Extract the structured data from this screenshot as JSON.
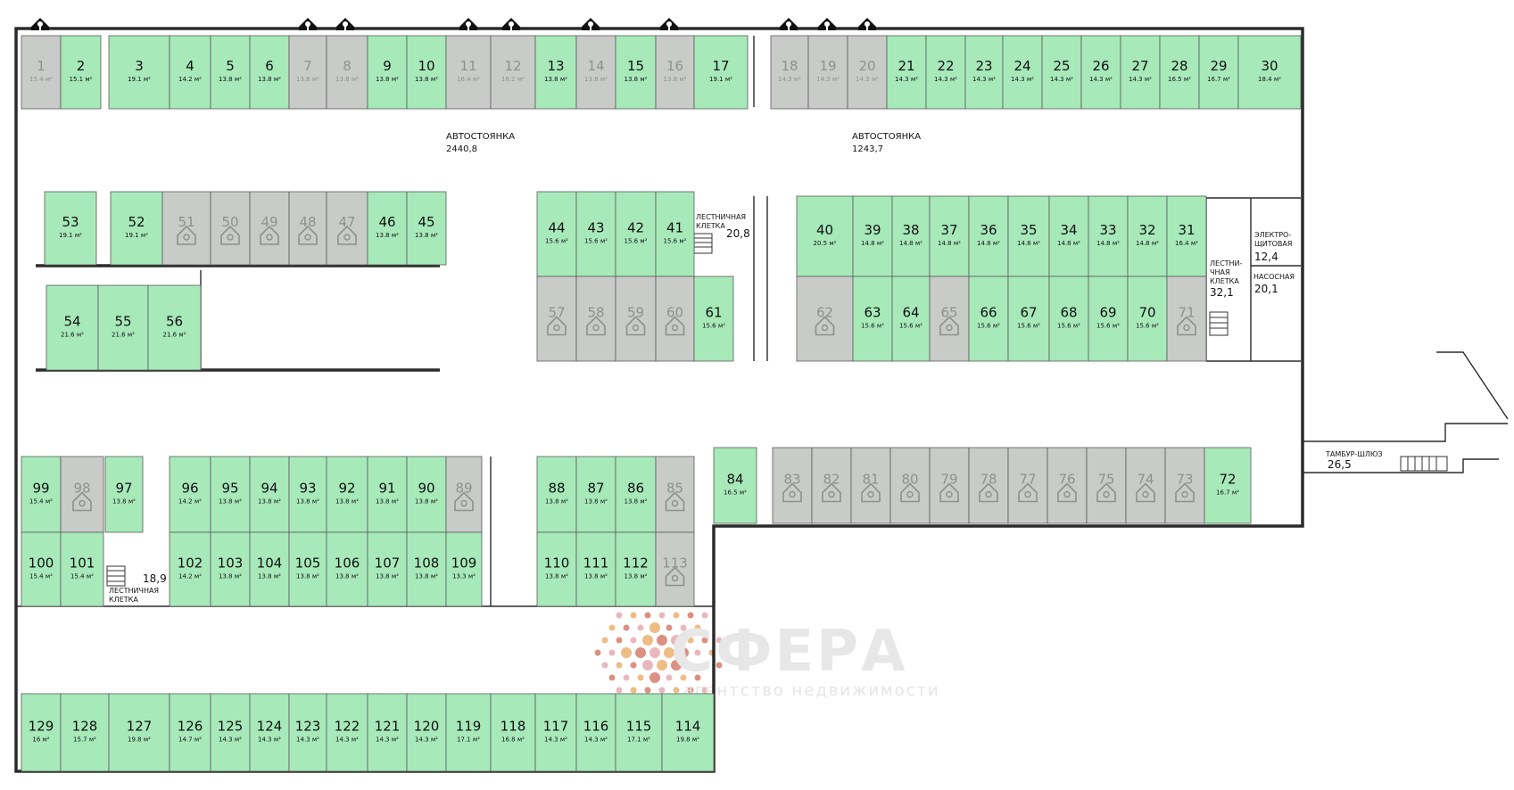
{
  "colors": {
    "available": "#a7e9b9",
    "sold": "#c8cbc8",
    "wall": "#2b2b2b",
    "logo": [
      "#e8a55c",
      "#cf6b57",
      "#e0a0a8"
    ]
  },
  "rooms": {
    "parking_a": {
      "label": "АВТОСТОЯНКА",
      "value": "2440,8"
    },
    "parking_b": {
      "label": "АВТОСТОЯНКА",
      "value": "1243,7"
    },
    "stair_a": {
      "label": [
        "ЛЕСТНИЧНАЯ",
        "КЛЕТКА"
      ],
      "value": "20,8"
    },
    "stair_b": {
      "label": [
        "ЛЕСТНИ-",
        "ЧНАЯ",
        "КЛЕТКА"
      ],
      "value": "32,1"
    },
    "stair_c": {
      "label": [
        "ЛЕСТНИЧНАЯ",
        "КЛЕТКА"
      ],
      "value": "18,9"
    },
    "electro": {
      "label": [
        "ЭЛЕКТРО-",
        "ЩИТОВАЯ"
      ],
      "value": "12,4"
    },
    "pump": {
      "label": "НАСОСНАЯ",
      "value": "20,1"
    },
    "airlock": {
      "label": "ТАМБУР-ШЛЮЗ",
      "value": "26,5"
    }
  },
  "watermark": {
    "title": "СФЕРА",
    "subtitle": "агентство недвижимости"
  },
  "icons": {
    "sold_marker": "house-key-icon",
    "key_marker": "key-pin-icon"
  },
  "spots": [
    {
      "n": "1",
      "a": "15.4 м²",
      "s": "sold"
    },
    {
      "n": "2",
      "a": "15.1 м²",
      "s": "av"
    },
    {
      "n": "3",
      "a": "19.1 м²",
      "s": "av"
    },
    {
      "n": "4",
      "a": "14.2 м²",
      "s": "av"
    },
    {
      "n": "5",
      "a": "13.8 м²",
      "s": "av"
    },
    {
      "n": "6",
      "a": "13.8 м²",
      "s": "av"
    },
    {
      "n": "7",
      "a": "13.8 м²",
      "s": "sold"
    },
    {
      "n": "8",
      "a": "13.8 м²",
      "s": "sold"
    },
    {
      "n": "9",
      "a": "13.8 м²",
      "s": "av"
    },
    {
      "n": "10",
      "a": "13.8 м²",
      "s": "av"
    },
    {
      "n": "11",
      "a": "16.4 м²",
      "s": "sold"
    },
    {
      "n": "12",
      "a": "16.2 м²",
      "s": "sold"
    },
    {
      "n": "13",
      "a": "13.8 м²",
      "s": "av"
    },
    {
      "n": "14",
      "a": "13.8 м²",
      "s": "sold"
    },
    {
      "n": "15",
      "a": "13.8 м²",
      "s": "av"
    },
    {
      "n": "16",
      "a": "13.8 м²",
      "s": "sold"
    },
    {
      "n": "17",
      "a": "19.1 м²",
      "s": "av"
    },
    {
      "n": "18",
      "a": "14.3 м²",
      "s": "sold"
    },
    {
      "n": "19",
      "a": "14.3 м²",
      "s": "sold"
    },
    {
      "n": "20",
      "a": "14.3 м²",
      "s": "sold"
    },
    {
      "n": "21",
      "a": "14.3 м²",
      "s": "av"
    },
    {
      "n": "22",
      "a": "14.3 м²",
      "s": "av"
    },
    {
      "n": "23",
      "a": "14.3 м²",
      "s": "av"
    },
    {
      "n": "24",
      "a": "14.3 м²",
      "s": "av"
    },
    {
      "n": "25",
      "a": "14.3 м²",
      "s": "av"
    },
    {
      "n": "26",
      "a": "14.3 м²",
      "s": "av"
    },
    {
      "n": "27",
      "a": "14.3 м²",
      "s": "av"
    },
    {
      "n": "28",
      "a": "16.5 м²",
      "s": "av"
    },
    {
      "n": "29",
      "a": "16.7 м²",
      "s": "av"
    },
    {
      "n": "30",
      "a": "18.4 м²",
      "s": "av"
    },
    {
      "n": "53",
      "a": "19.1 м²",
      "s": "av"
    },
    {
      "n": "52",
      "a": "19.1 м²",
      "s": "av"
    },
    {
      "n": "51",
      "a": "",
      "s": "sold"
    },
    {
      "n": "50",
      "a": "",
      "s": "sold"
    },
    {
      "n": "49",
      "a": "",
      "s": "sold"
    },
    {
      "n": "48",
      "a": "",
      "s": "sold"
    },
    {
      "n": "47",
      "a": "",
      "s": "sold"
    },
    {
      "n": "46",
      "a": "13.8 м²",
      "s": "av"
    },
    {
      "n": "45",
      "a": "13.8 м²",
      "s": "av"
    },
    {
      "n": "54",
      "a": "21.6 м²",
      "s": "av"
    },
    {
      "n": "55",
      "a": "21.6 м²",
      "s": "av"
    },
    {
      "n": "56",
      "a": "21.6 м²",
      "s": "av"
    },
    {
      "n": "44",
      "a": "15.6 м²",
      "s": "av"
    },
    {
      "n": "43",
      "a": "15.6 м²",
      "s": "av"
    },
    {
      "n": "42",
      "a": "15.6 м²",
      "s": "av"
    },
    {
      "n": "41",
      "a": "15.6 м²",
      "s": "av"
    },
    {
      "n": "57",
      "a": "",
      "s": "sold"
    },
    {
      "n": "58",
      "a": "",
      "s": "sold"
    },
    {
      "n": "59",
      "a": "",
      "s": "sold"
    },
    {
      "n": "60",
      "a": "",
      "s": "sold"
    },
    {
      "n": "61",
      "a": "15.6 м²",
      "s": "av"
    },
    {
      "n": "40",
      "a": "20.5 м²",
      "s": "av"
    },
    {
      "n": "39",
      "a": "14.8 м²",
      "s": "av"
    },
    {
      "n": "38",
      "a": "14.8 м²",
      "s": "av"
    },
    {
      "n": "37",
      "a": "14.8 м²",
      "s": "av"
    },
    {
      "n": "36",
      "a": "14.8 м²",
      "s": "av"
    },
    {
      "n": "35",
      "a": "14.8 м²",
      "s": "av"
    },
    {
      "n": "34",
      "a": "14.8 м²",
      "s": "av"
    },
    {
      "n": "33",
      "a": "14.8 м²",
      "s": "av"
    },
    {
      "n": "32",
      "a": "14.8 м²",
      "s": "av"
    },
    {
      "n": "31",
      "a": "16.4 м²",
      "s": "av"
    },
    {
      "n": "62",
      "a": "",
      "s": "sold"
    },
    {
      "n": "63",
      "a": "15.6 м²",
      "s": "av"
    },
    {
      "n": "64",
      "a": "15.6 м²",
      "s": "av"
    },
    {
      "n": "65",
      "a": "",
      "s": "sold"
    },
    {
      "n": "66",
      "a": "15.6 м²",
      "s": "av"
    },
    {
      "n": "67",
      "a": "15.6 м²",
      "s": "av"
    },
    {
      "n": "68",
      "a": "15.6 м²",
      "s": "av"
    },
    {
      "n": "69",
      "a": "15.6 м²",
      "s": "av"
    },
    {
      "n": "70",
      "a": "15.6 м²",
      "s": "av"
    },
    {
      "n": "71",
      "a": "",
      "s": "sold"
    },
    {
      "n": "99",
      "a": "15.4 м²",
      "s": "av"
    },
    {
      "n": "98",
      "a": "",
      "s": "sold"
    },
    {
      "n": "97",
      "a": "13.8 м²",
      "s": "av"
    },
    {
      "n": "96",
      "a": "14.2 м²",
      "s": "av"
    },
    {
      "n": "95",
      "a": "13.8 м²",
      "s": "av"
    },
    {
      "n": "94",
      "a": "13.8 м²",
      "s": "av"
    },
    {
      "n": "93",
      "a": "13.8 м²",
      "s": "av"
    },
    {
      "n": "92",
      "a": "13.8 м²",
      "s": "av"
    },
    {
      "n": "91",
      "a": "13.8 м²",
      "s": "av"
    },
    {
      "n": "90",
      "a": "13.8 м²",
      "s": "av"
    },
    {
      "n": "89",
      "a": "",
      "s": "sold"
    },
    {
      "n": "88",
      "a": "13.8 м²",
      "s": "av"
    },
    {
      "n": "87",
      "a": "13.8 м²",
      "s": "av"
    },
    {
      "n": "86",
      "a": "13.8 м²",
      "s": "av"
    },
    {
      "n": "85",
      "a": "",
      "s": "sold"
    },
    {
      "n": "84",
      "a": "16.5 м²",
      "s": "av"
    },
    {
      "n": "83",
      "a": "",
      "s": "sold"
    },
    {
      "n": "82",
      "a": "",
      "s": "sold"
    },
    {
      "n": "81",
      "a": "",
      "s": "sold"
    },
    {
      "n": "80",
      "a": "",
      "s": "sold"
    },
    {
      "n": "79",
      "a": "",
      "s": "sold"
    },
    {
      "n": "78",
      "a": "",
      "s": "sold"
    },
    {
      "n": "77",
      "a": "",
      "s": "sold"
    },
    {
      "n": "76",
      "a": "",
      "s": "sold"
    },
    {
      "n": "75",
      "a": "",
      "s": "sold"
    },
    {
      "n": "74",
      "a": "",
      "s": "sold"
    },
    {
      "n": "73",
      "a": "",
      "s": "sold"
    },
    {
      "n": "72",
      "a": "16.7 м²",
      "s": "av"
    },
    {
      "n": "100",
      "a": "15.4 м²",
      "s": "av"
    },
    {
      "n": "101",
      "a": "15.4 м²",
      "s": "av"
    },
    {
      "n": "102",
      "a": "14.2 м²",
      "s": "av"
    },
    {
      "n": "103",
      "a": "13.8 м²",
      "s": "av"
    },
    {
      "n": "104",
      "a": "13.8 м²",
      "s": "av"
    },
    {
      "n": "105",
      "a": "13.8 м²",
      "s": "av"
    },
    {
      "n": "106",
      "a": "13.8 м²",
      "s": "av"
    },
    {
      "n": "107",
      "a": "13.8 м²",
      "s": "av"
    },
    {
      "n": "108",
      "a": "13.8 м²",
      "s": "av"
    },
    {
      "n": "109",
      "a": "13.3 м²",
      "s": "av"
    },
    {
      "n": "110",
      "a": "13.8 м²",
      "s": "av"
    },
    {
      "n": "111",
      "a": "13.8 м²",
      "s": "av"
    },
    {
      "n": "112",
      "a": "13.8 м²",
      "s": "av"
    },
    {
      "n": "113",
      "a": "",
      "s": "sold"
    },
    {
      "n": "129",
      "a": "16 м²",
      "s": "av"
    },
    {
      "n": "128",
      "a": "15.7 м²",
      "s": "av"
    },
    {
      "n": "127",
      "a": "19.8 м²",
      "s": "av"
    },
    {
      "n": "126",
      "a": "14.7 м²",
      "s": "av"
    },
    {
      "n": "125",
      "a": "14.3 м²",
      "s": "av"
    },
    {
      "n": "124",
      "a": "14.3 м²",
      "s": "av"
    },
    {
      "n": "123",
      "a": "14.3 м²",
      "s": "av"
    },
    {
      "n": "122",
      "a": "14.3 м²",
      "s": "av"
    },
    {
      "n": "121",
      "a": "14.3 м²",
      "s": "av"
    },
    {
      "n": "120",
      "a": "14.3 м²",
      "s": "av"
    },
    {
      "n": "119",
      "a": "17.1 м²",
      "s": "av"
    },
    {
      "n": "118",
      "a": "16.8 м²",
      "s": "av"
    },
    {
      "n": "117",
      "a": "14.3 м²",
      "s": "av"
    },
    {
      "n": "116",
      "a": "14.3 м²",
      "s": "av"
    },
    {
      "n": "115",
      "a": "17.1 м²",
      "s": "av"
    },
    {
      "n": "114",
      "a": "19.8 м²",
      "s": "av"
    }
  ]
}
